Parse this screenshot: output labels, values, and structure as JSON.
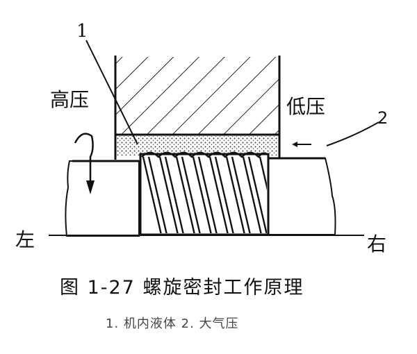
{
  "labels": {
    "high_pressure": "高压",
    "low_pressure": "低压",
    "left": "左",
    "right": "右",
    "callout_1": "1",
    "callout_2": "2"
  },
  "caption": {
    "title": "图 1-27 螺旋密封工作原理",
    "legend": "1. 机内液体 2. 大气压"
  }
}
